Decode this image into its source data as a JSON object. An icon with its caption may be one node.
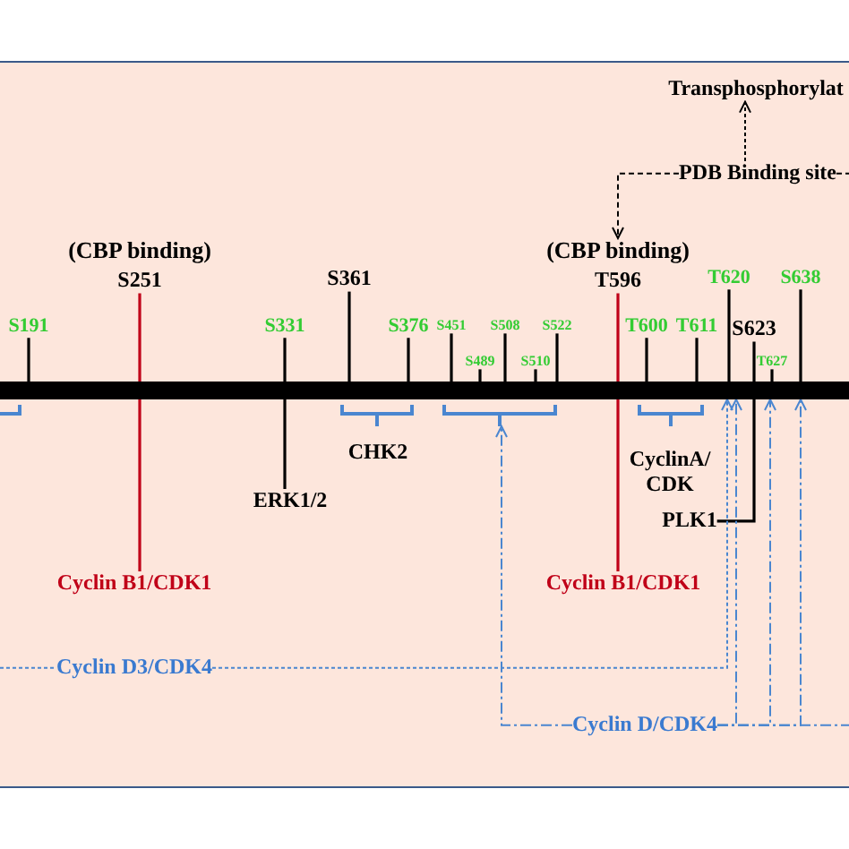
{
  "diagram": {
    "nodes": [
      {
        "text": [
          "PDB Binding site"
        ]
      },
      {
        "text": [
          "S191"
        ]
      },
      {
        "text": [
          "(CBP binding)",
          "S251"
        ]
      },
      {
        "text": [
          "S331"
        ]
      },
      {
        "text": [
          "S361"
        ]
      },
      {
        "text": [
          "S376"
        ]
      },
      {
        "text": [
          "S451"
        ]
      },
      {
        "text": [
          "S489"
        ]
      },
      {
        "text": [
          "S508"
        ]
      },
      {
        "text": [
          "S510"
        ]
      },
      {
        "text": [
          "S522"
        ]
      },
      {
        "text": [
          "(CBP binding)",
          "T596"
        ]
      },
      {
        "text": [
          "T600"
        ]
      },
      {
        "text": [
          "T611"
        ]
      },
      {
        "text": [
          "T620"
        ]
      },
      {
        "text": [
          "S623"
        ]
      },
      {
        "text": [
          "T627"
        ]
      },
      {
        "text": [
          "S638"
        ]
      },
      {
        "text": [],
        "shape": "bar"
      },
      {
        "text": [],
        "shape": "bracket"
      },
      {
        "text": [],
        "shape": "bracket"
      },
      {
        "text": [],
        "shape": "bracket"
      },
      {
        "text": [],
        "shape": "bracket"
      },
      {
        "text": [
          "ERK1/2"
        ]
      },
      {
        "text": [
          "PLK1"
        ]
      },
      {
        "text": [
          "Cyclin B1/CDK1"
        ]
      },
      {
        "text": [
          "Cyclin B1/CDK1"
        ]
      },
      {
        "text": [
          "Cyclin D3/CDK4"
        ]
      },
      {
        "text": [
          "Cyclin D/CDK4"
        ]
      },
      {
        "text": [
          "Transphosphorylat"
        ]
      }
    ],
    "edges": [
      {
        "from": 0,
        "to": 11,
        "arrow": "to",
        "style": "dashed"
      },
      {
        "from": 0,
        "to": null,
        "arrow": "none",
        "style": "dashed"
      },
      {
        "from": 1,
        "to": 18,
        "arrow": "none"
      },
      {
        "from": 2,
        "to": 25,
        "arrow": "none",
        "color": "#c00018"
      },
      {
        "from": 3,
        "to": 23,
        "arrow": "none"
      },
      {
        "from": 4,
        "to": 18,
        "arrow": "none"
      },
      {
        "from": 5,
        "to": 18,
        "arrow": "none"
      },
      {
        "from": 6,
        "to": 18,
        "arrow": "none"
      },
      {
        "from": 7,
        "to": 18,
        "arrow": "none"
      },
      {
        "from": 8,
        "to": 18,
        "arrow": "none"
      },
      {
        "from": 9,
        "to": 18,
        "arrow": "none"
      },
      {
        "from": 10,
        "to": 18,
        "arrow": "none"
      },
      {
        "from": 11,
        "to": 26,
        "arrow": "none",
        "color": "#c00018"
      },
      {
        "from": 12,
        "to": 18,
        "arrow": "none"
      },
      {
        "from": 13,
        "to": 18,
        "arrow": "none"
      },
      {
        "from": 14,
        "to": 18,
        "arrow": "none"
      },
      {
        "from": 15,
        "to": 24,
        "arrow": "none"
      },
      {
        "from": 16,
        "to": 18,
        "arrow": "none"
      },
      {
        "from": 17,
        "to": 18,
        "arrow": "none"
      },
      {
        "from": null,
        "to": 27,
        "arrow": "none",
        "style": "dashed",
        "color": "#4a86d0"
      },
      {
        "from": 27,
        "to": 18,
        "arrow": "to",
        "style": "dashed",
        "color": "#4a86d0"
      },
      {
        "from": 28,
        "to": 21,
        "arrow": "to",
        "style": "dashed",
        "color": "#4a86d0"
      },
      {
        "from": 28,
        "to": 18,
        "arrow": "to",
        "style": "dashed",
        "color": "#4a86d0"
      },
      {
        "from": 28,
        "to": 18,
        "arrow": "to",
        "style": "dashed",
        "color": "#4a86d0"
      },
      {
        "from": 28,
        "to": 18,
        "arrow": "to",
        "style": "dashed",
        "color": "#4a86d0"
      },
      {
        "from": 28,
        "to": null,
        "arrow": "none",
        "style": "dashed",
        "color": "#4a86d0"
      },
      {
        "from": 0,
        "to": 29,
        "arrow": "to",
        "style": "dashed"
      }
    ],
    "labels": [
      "CHK2",
      "CyclinA/ CDK"
    ]
  }
}
